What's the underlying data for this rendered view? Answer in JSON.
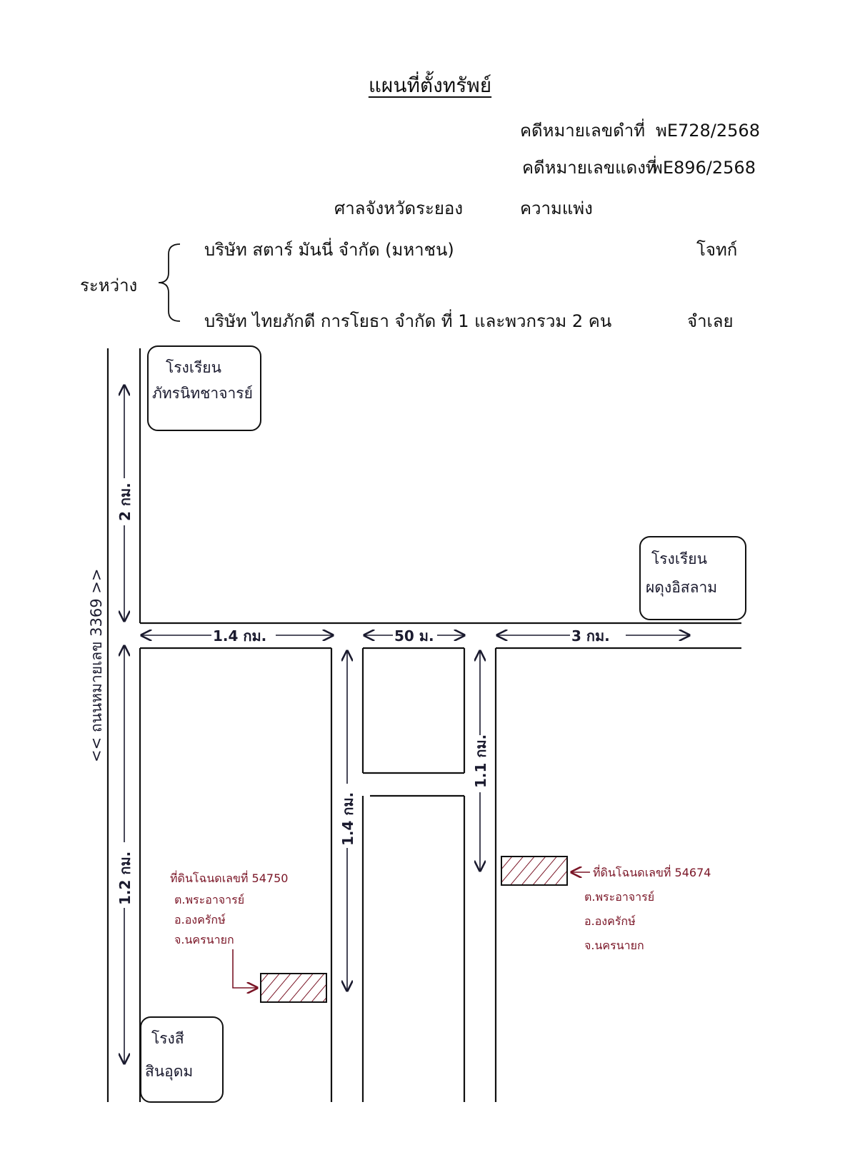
{
  "header": {
    "title": "แผนที่ตั้งทรัพย์",
    "black_case_label": "คดีหมายเลขดำที่",
    "black_case_no": "พE728/2568",
    "red_case_label": "คดีหมายเลขแดงที่",
    "red_case_no": "พE896/2568",
    "court": "ศาลจังหวัดระยอง",
    "case_type": "ความแพ่ง",
    "between": "ระหว่าง",
    "plaintiff": "บริษัท สตาร์ มันนี่ จำกัด (มหาชน)",
    "plaintiff_role": "โจทก์",
    "defendant": "บริษัท ไทยภักดี การโยธา จำกัด ที่ 1 และพวกรวม 2 คน",
    "defendant_role": "จำเลย"
  },
  "map": {
    "road_label": "<< ถนนหมายเลข 3369 >>",
    "landmarks": {
      "school_top_line1": "โรงเรียน",
      "school_top_line2": "ภัทรนิทชาจารย์",
      "school_right_line1": "โรงเรียน",
      "school_right_line2": "ผดุงอิสลาม",
      "factory_line1": "โรงสี",
      "factory_line2": "สินอุดม"
    },
    "distances": {
      "d_vertical_top": "2 กม.",
      "d_h1": "1.4 กม.",
      "d_h2": "50 ม.",
      "d_h3": "3 กม.",
      "d_vertical_left": "1.2 กม.",
      "d_vertical_mid": "1.4 กม.",
      "d_vertical_right": "1.1 กม."
    },
    "parcel_left": {
      "deed": "ที่ดินโฉนดเลขที่ 54750",
      "subdistrict": "ต.พระอาจารย์",
      "district": "อ.องครักษ์",
      "province": "จ.นครนายก"
    },
    "parcel_right": {
      "deed": "ที่ดินโฉนดเลขที่ 54674",
      "subdistrict": "ต.พระอาจารย์",
      "district": "อ.องครักษ์",
      "province": "จ.นครนายก"
    },
    "colors": {
      "ink": "#1a1a2e",
      "parcel_ink": "#7a1526"
    }
  }
}
